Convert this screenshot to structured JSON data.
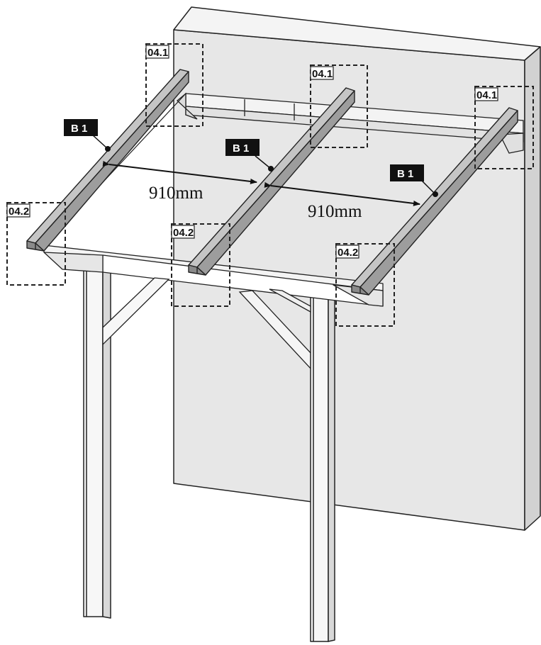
{
  "labels": {
    "beam": "B 1",
    "detail_top": "04.1",
    "detail_bottom": "04.2",
    "spacing_left": "910mm",
    "spacing_right": "910mm"
  },
  "colors": {
    "wall_face": "#e7e7e7",
    "wall_side": "#d2d2d2",
    "beam_top": "#c5c5c5",
    "beam_side": "#9d9d9d",
    "timber": "#f3f3f3",
    "tag_bg": "#111111"
  }
}
